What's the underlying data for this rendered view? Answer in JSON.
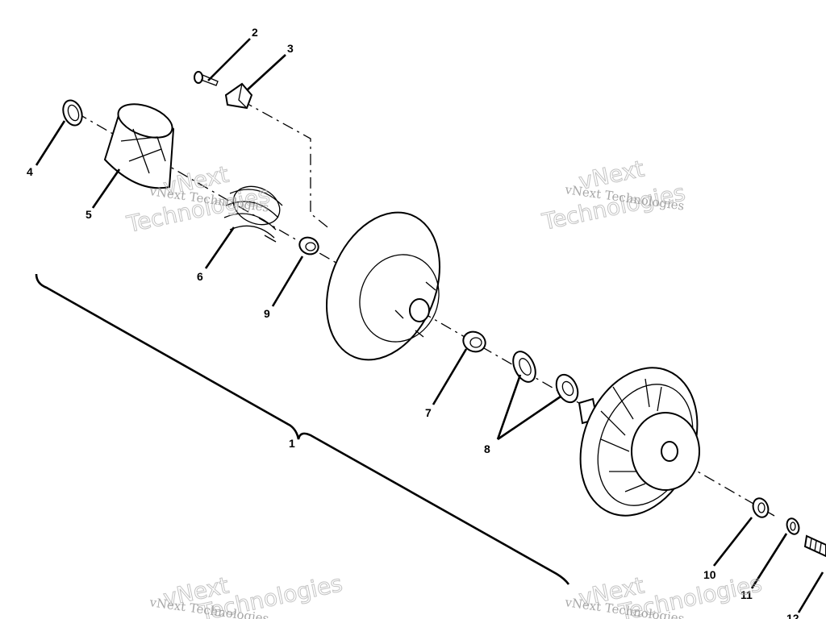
{
  "callouts": {
    "c1": "1",
    "c2": "2",
    "c3": "3",
    "c4": "4",
    "c5": "5",
    "c6": "6",
    "c7": "7",
    "c8": "8",
    "c9": "9",
    "c10": "10",
    "c11": "11",
    "c12": "12"
  },
  "watermark": {
    "small": "vNext Technologies",
    "big_line1": "vNext",
    "big_line2": "Technologies"
  }
}
